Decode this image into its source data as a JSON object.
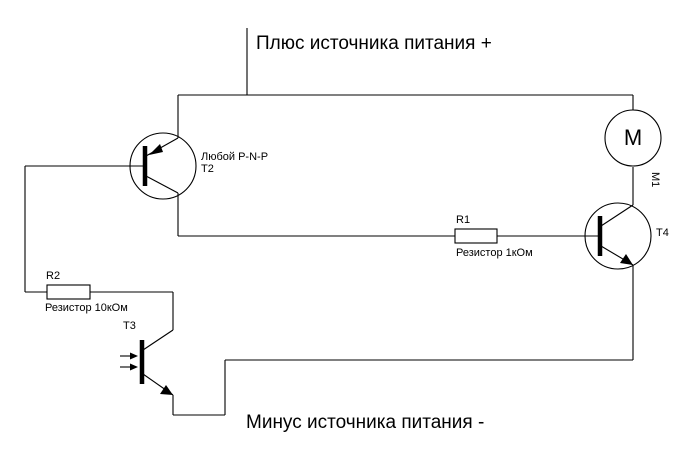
{
  "labels": {
    "supply_plus": "Плюс источника питания +",
    "supply_minus": "Минус источника питания -",
    "t2_desc": "Любой P-N-P",
    "t2_ref": "T2",
    "r1_ref": "R1",
    "r1_desc": "Резистор 1кОм",
    "r2_ref": "R2",
    "r2_desc": "Резистор 10кОм",
    "t3_ref": "T3",
    "t4_ref": "T4",
    "m1_ref": "M1",
    "m1_symbol": "M"
  }
}
